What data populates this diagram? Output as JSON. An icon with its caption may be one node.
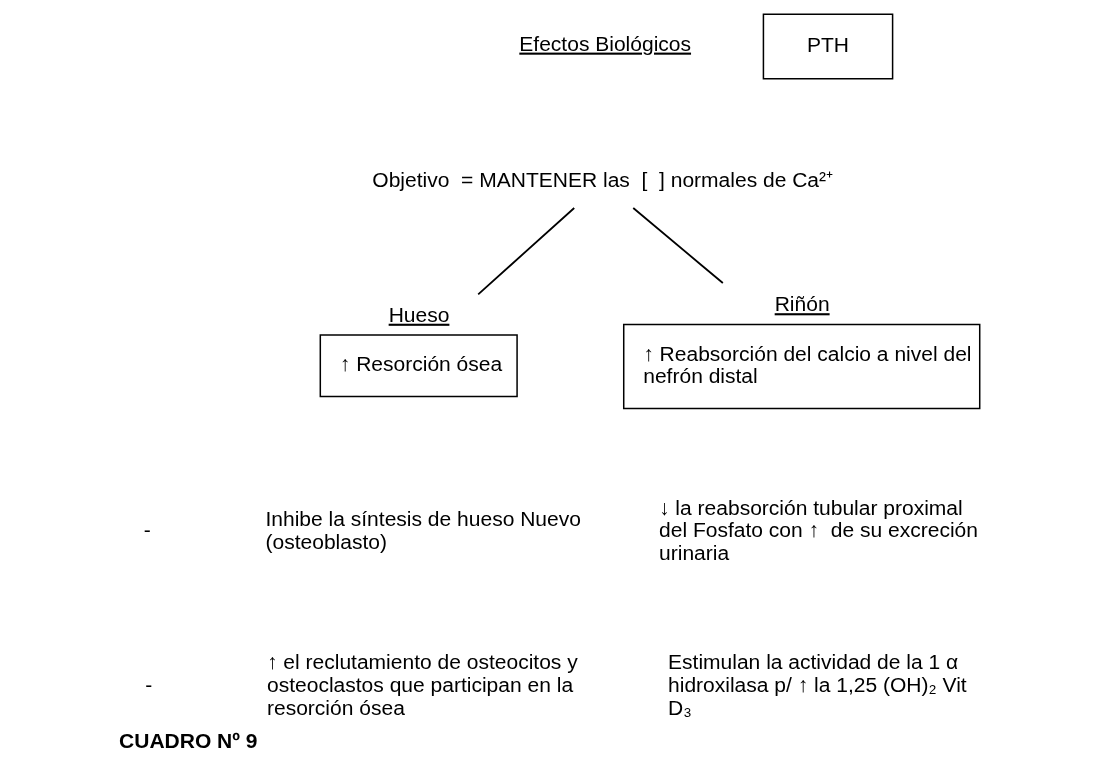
{
  "diagram": {
    "caption": "CUADRO Nº 9",
    "nodes": [
      {
        "text": [
          "PTH"
        ]
      },
      {
        "text": [
          "Objetivo  = MANTENER las  [  ] normales de Ca²⁺"
        ]
      },
      {
        "text": [
          "Hueso",
          "↑ Resorción ósea"
        ]
      },
      {
        "text": [
          "Riñón",
          "↑ Reabsorción del calcio a nivel del nefrón distal"
        ]
      }
    ],
    "edges": [
      {
        "from": 1,
        "to": 2,
        "arrow": "none"
      },
      {
        "from": 1,
        "to": 3,
        "arrow": "none"
      }
    ],
    "labels": [
      "Efectos Biológicos",
      "-",
      "Inhibe la síntesis de hueso Nuevo (osteoblasto)",
      "-",
      "↑ el reclutamiento de osteocitos y osteoclastos que participan en la resorción ósea",
      "↓ la reabsorción tubular proximal del Fosfato con ↑  de su excreción urinaria",
      "Estimulan la actividad de la 1 α hidroxilasa p/ ↑ la 1,25 (OH)₂ Vit D₃"
    ]
  }
}
